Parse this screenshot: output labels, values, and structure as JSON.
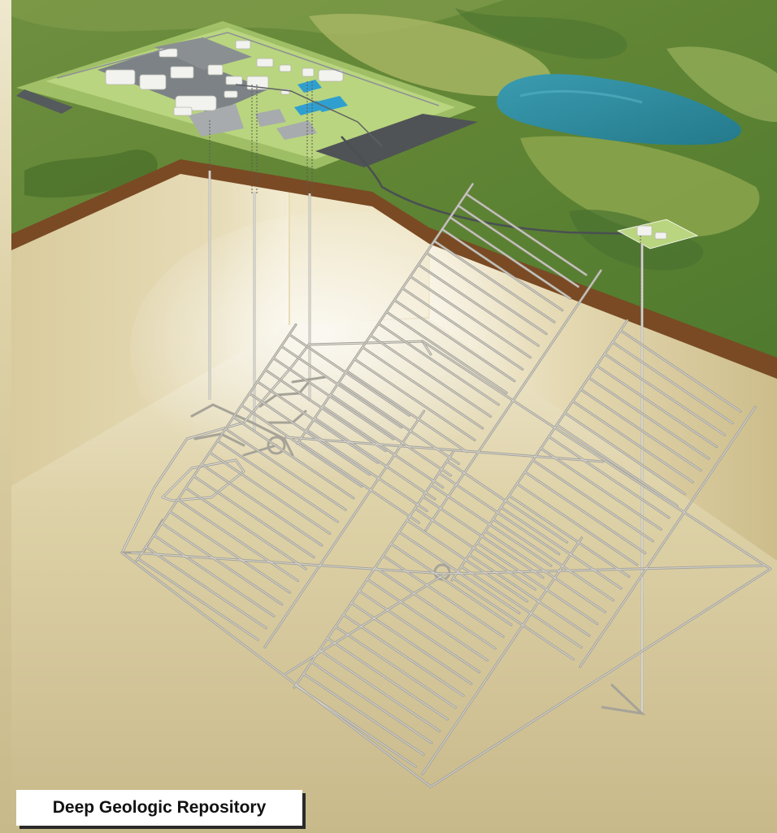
{
  "caption": {
    "title": "Deep Geologic Repository"
  },
  "colors": {
    "forest": "#5d7f34",
    "grass": "#9cb45a",
    "lake": "#2f8c9c",
    "soil_edge": "#7a4a24",
    "rock_wall": "#d6c89a",
    "rock_floor": "#c4b689",
    "tunnel": "#a8a69c",
    "site_pad": "#b5cf7e",
    "building": "#f2f2ee",
    "paved": "#7a7e80",
    "water_pond": "#2f9fd0"
  },
  "icons": [
    "surface-facility",
    "ventilation-shaft",
    "underground-tunnels"
  ]
}
